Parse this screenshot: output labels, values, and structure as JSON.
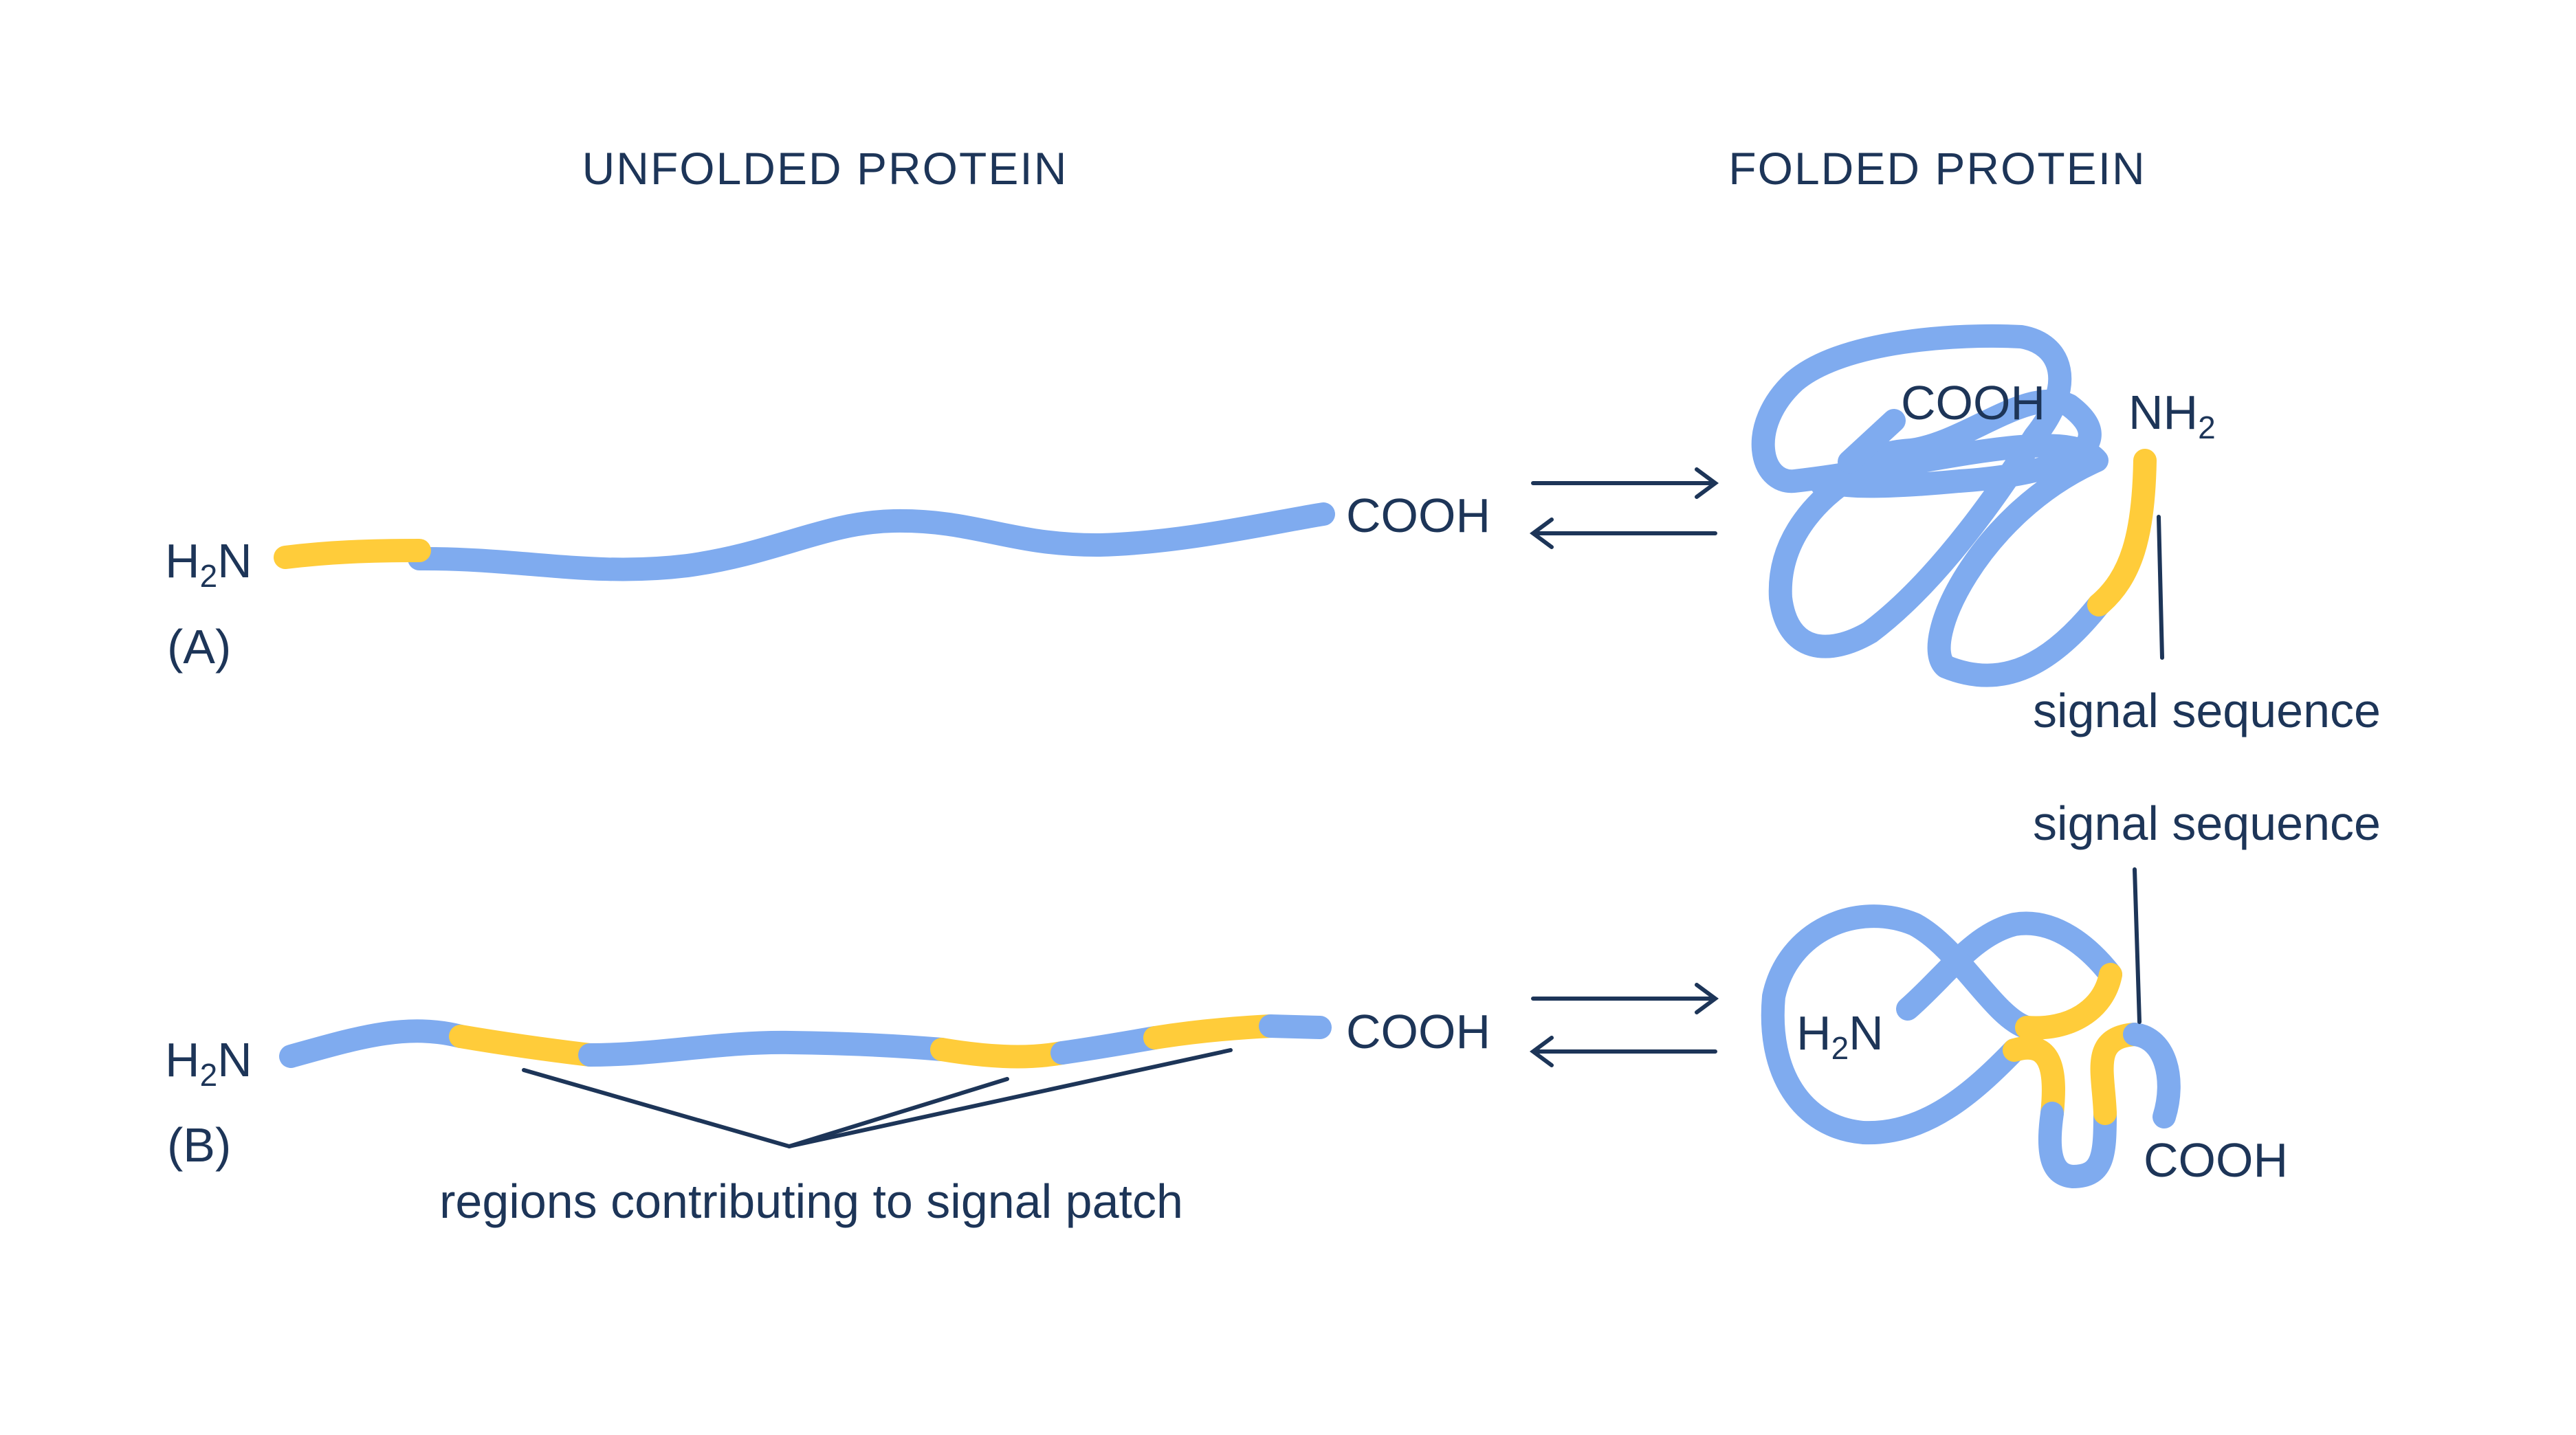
{
  "colors": {
    "chain": "#7fabef",
    "signal": "#ffcc3a",
    "ink": "#1d3558",
    "background": "#ffffff"
  },
  "headings": {
    "unfolded": "UNFOLDED PROTEIN",
    "folded": "FOLDED PROTEIN"
  },
  "panel_a": {
    "tag": "(A)",
    "n_terminus": {
      "main": "H",
      "sub": "2",
      "tail": "N"
    },
    "c_terminus": "COOH",
    "folded_c_terminus": "COOH",
    "folded_n_terminus": {
      "main": "NH",
      "sub": "2"
    },
    "callout": "signal sequence"
  },
  "panel_b": {
    "tag": "(B)",
    "n_terminus": {
      "main": "H",
      "sub": "2",
      "tail": "N"
    },
    "c_terminus": "COOH",
    "folded_n_terminus": {
      "main": "H",
      "sub": "2",
      "tail": "N"
    },
    "folded_c_terminus": "COOH",
    "callout": "signal sequence",
    "regions_label": "regions contributing to signal patch"
  },
  "icons": [
    "equilibrium-arrows-icon",
    "equilibrium-arrows-icon"
  ]
}
